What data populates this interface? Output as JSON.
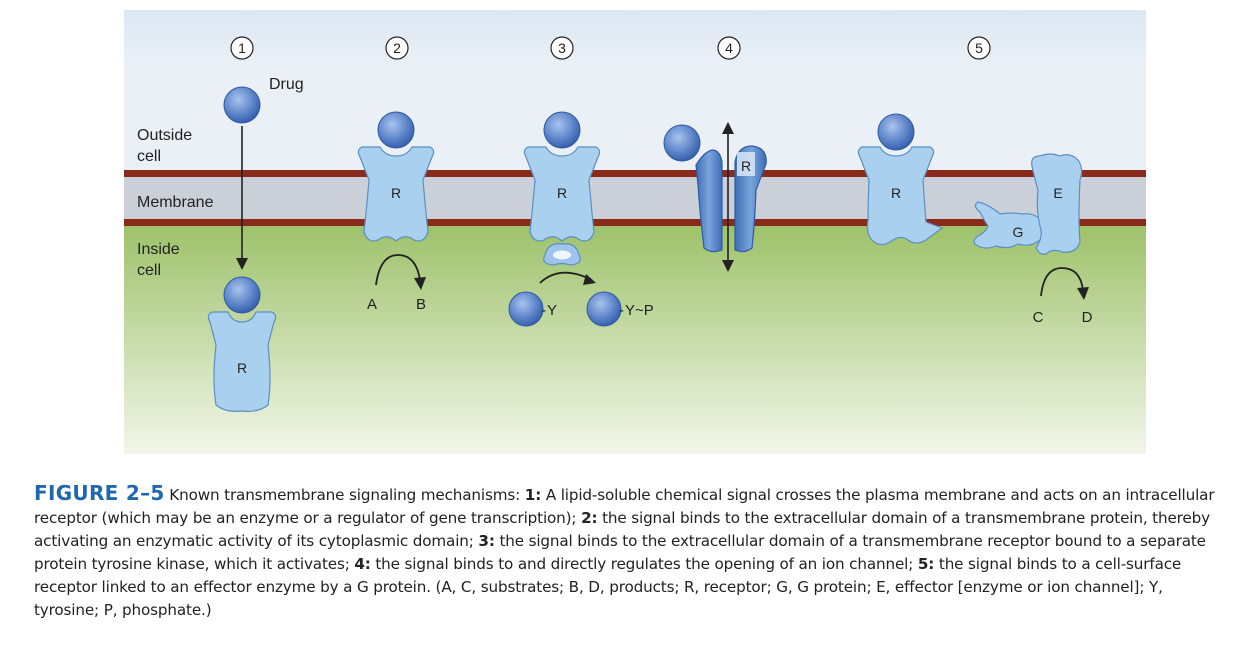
{
  "diagram": {
    "zones": {
      "outside": "Outside cell",
      "membrane": "Membrane",
      "inside": "Inside cell"
    },
    "mechanisms": [
      {
        "number": "1",
        "drug_label": "Drug",
        "receptor_label": "R"
      },
      {
        "number": "2",
        "receptor_label": "R",
        "substrate": "A",
        "product": "B"
      },
      {
        "number": "3",
        "receptor_label": "R",
        "substrate": "Y",
        "product": "Y~P"
      },
      {
        "number": "4",
        "receptor_label": "R"
      },
      {
        "number": "5",
        "receptor_label": "R",
        "gprotein_label": "G",
        "effector_label": "E",
        "substrate": "C",
        "product": "D"
      }
    ]
  },
  "caption": {
    "figure_label": "FIGURE 2–5",
    "intro": " Known transmembrane signaling mechanisms: ",
    "items": [
      {
        "num": "1:",
        "text": " A lipid-soluble chemical signal crosses the plasma membrane and acts on an intracellular receptor (which may be an enzyme or a regulator of gene transcription); "
      },
      {
        "num": "2:",
        "text": " the signal binds to the extracellular domain of a transmembrane protein, thereby activating an enzymatic activity of its cytoplasmic domain; "
      },
      {
        "num": "3:",
        "text": " the signal binds to the extracellular domain of a transmembrane receptor bound to a separate protein tyrosine kinase, which it activates; "
      },
      {
        "num": "4:",
        "text": " the signal binds to and directly regulates the opening of an ion channel; "
      },
      {
        "num": "5:",
        "text": " the signal binds to a cell-surface receptor linked to an effector enzyme by a G protein. (A, C, substrates; B, D, products; R, receptor; G, G protein; E, effector [enzyme or ion channel]; Y, tyrosine; P, phosphate.)"
      }
    ]
  },
  "colors": {
    "outside_bg": "#e6eef7",
    "membrane_band": "#cbd0d8",
    "membrane_line": "#8a2a1a",
    "inside_bg": "#b5cf8c",
    "receptor_fill": "#a9d0ee",
    "drug_fill": "#5b84c8",
    "caption_accent": "#1f67b0"
  }
}
